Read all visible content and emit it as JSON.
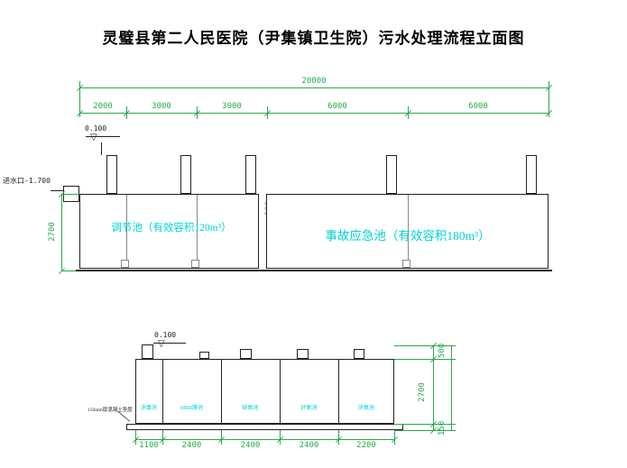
{
  "title": "灵璧县第二人民医院（尹集镇卫生院）污水处理流程立面图",
  "colors": {
    "dimension_green": "#2aa84a",
    "label_cyan": "#00d2d2",
    "drawing_line": "#222222",
    "background": "#ffffff"
  },
  "icons": {
    "elevation_triangle": "▽"
  },
  "top_view": {
    "elevation_mark": "0.100",
    "inlet_label": "进水口-1.700",
    "total_dimension": "20000",
    "segment_dimensions": [
      "2000",
      "3000",
      "3000",
      "6000",
      "6000"
    ],
    "left_dimension": "2700",
    "gap_dimension": "100",
    "tanks": [
      {
        "label": "调节池（有效容积120m³）"
      },
      {
        "label": "事故应急池（有效容积180m³）"
      }
    ]
  },
  "bottom_view": {
    "elevation_mark": "0.100",
    "foundation_label": "150mm厚混凝土垫层",
    "compartments": [
      "消毒池",
      "MBR膜池",
      "缺氧池",
      "好氧池",
      "厌氧池"
    ],
    "bottom_dimensions": [
      "1100",
      "2400",
      "2400",
      "2400",
      "2200"
    ],
    "right_dimensions": [
      "500",
      "2700",
      "150"
    ]
  }
}
